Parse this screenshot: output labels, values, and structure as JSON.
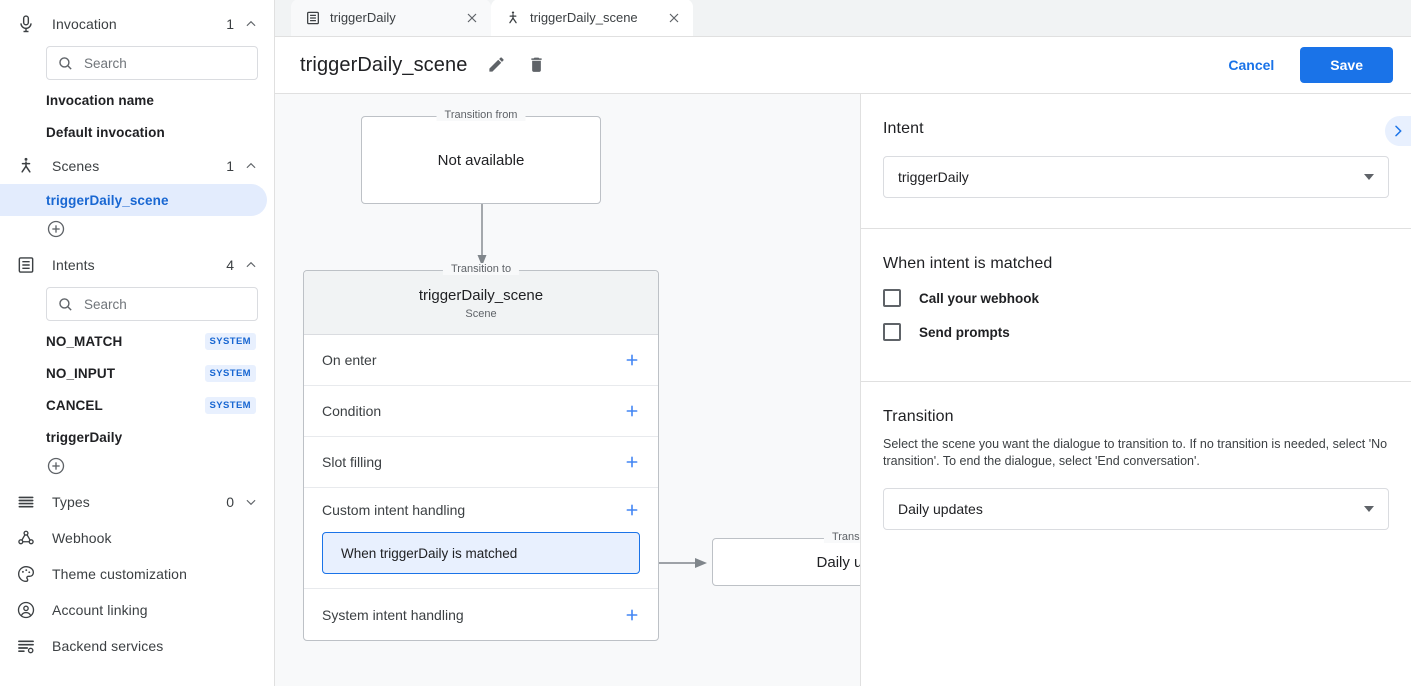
{
  "sidebar": {
    "sections": [
      {
        "id": "invocation",
        "label": "Invocation",
        "count": "1",
        "icon": "microphone-icon",
        "expanded": true
      },
      {
        "id": "scenes",
        "label": "Scenes",
        "count": "1",
        "icon": "scene-flow-icon",
        "expanded": true
      },
      {
        "id": "intents",
        "label": "Intents",
        "count": "4",
        "icon": "intent-list-icon",
        "expanded": true
      },
      {
        "id": "types",
        "label": "Types",
        "count": "0",
        "icon": "types-lines-icon",
        "expanded": false
      }
    ],
    "invocation_search_placeholder": "Search",
    "invocation_search_value": "",
    "invocation_items": [
      {
        "label": "Invocation name"
      },
      {
        "label": "Default invocation"
      }
    ],
    "scene_items": [
      {
        "label": "triggerDaily_scene",
        "selected": true
      }
    ],
    "intents_search_placeholder": "Search",
    "intents_search_value": "",
    "intent_items": [
      {
        "label": "NO_MATCH",
        "badge": "SYSTEM"
      },
      {
        "label": "NO_INPUT",
        "badge": "SYSTEM"
      },
      {
        "label": "CANCEL",
        "badge": "SYSTEM"
      },
      {
        "label": "triggerDaily",
        "badge": ""
      }
    ],
    "flat_items": [
      {
        "label": "Webhook",
        "icon": "webhook-nodes-icon"
      },
      {
        "label": "Theme customization",
        "icon": "palette-icon"
      },
      {
        "label": "Account linking",
        "icon": "account-circle-icon"
      },
      {
        "label": "Backend services",
        "icon": "backend-services-icon"
      }
    ]
  },
  "tabs": [
    {
      "label": "triggerDaily",
      "icon": "intent-list-icon",
      "active": false
    },
    {
      "label": "triggerDaily_scene",
      "icon": "scene-flow-icon",
      "active": true
    }
  ],
  "header": {
    "title": "triggerDaily_scene",
    "edit_icon": "pencil-icon",
    "delete_icon": "trash-icon",
    "cancel_label": "Cancel",
    "save_label": "Save"
  },
  "canvas": {
    "transition_from_legend": "Transition from",
    "transition_from_value": "Not available",
    "transition_to_legend": "Transition to",
    "scene_name": "triggerDaily_scene",
    "scene_subtitle": "Scene",
    "rows": [
      {
        "label": "On enter",
        "action": "add-icon"
      },
      {
        "label": "Condition",
        "action": "add-icon"
      },
      {
        "label": "Slot filling",
        "action": "add-icon"
      }
    ],
    "custom_intent_handling_label": "Custom intent handling",
    "handler_chip_label": "When triggerDaily is matched",
    "system_intent_handling_label": "System intent handling",
    "target_legend": "Transition to",
    "target_value": "Daily updates"
  },
  "panel": {
    "expand_icon": "chevron-right-icon",
    "intent_section": {
      "title": "Intent",
      "selected": "triggerDaily"
    },
    "matched_section": {
      "title": "When intent is matched",
      "checkboxes": [
        {
          "label": "Call your webhook",
          "checked": false
        },
        {
          "label": "Send prompts",
          "checked": false
        }
      ]
    },
    "transition_section": {
      "title": "Transition",
      "description": "Select the scene you want the dialogue to transition to. If no transition is needed, select 'No transition'. To end the dialogue, select 'End conversation'.",
      "selected": "Daily updates"
    }
  },
  "colors": {
    "accent": "#1a73e8",
    "selected_bg": "#e3ecfd",
    "badge_bg": "#e8f0fe",
    "canvas_bg": "#f8f9fa"
  }
}
